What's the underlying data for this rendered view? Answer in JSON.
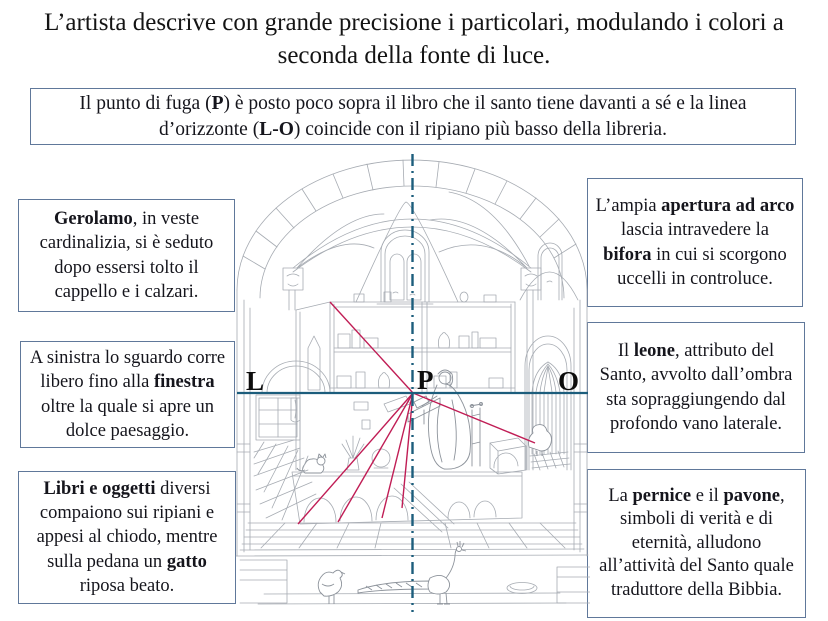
{
  "title": "L’artista descrive con grande precisione i particolari, modulando i colori a seconda della fonte di luce.",
  "intro": {
    "segments": [
      {
        "text": "Il punto di fuga ("
      },
      {
        "text": "P",
        "bold": true
      },
      {
        "text": ") è posto poco sopra il libro che il santo tiene davanti a sé e la linea d’orizzonte ("
      },
      {
        "text": "L-O",
        "bold": true
      },
      {
        "text": ") coincide con il ripiano più basso della libreria."
      }
    ]
  },
  "annotations": {
    "left": [
      {
        "segments": [
          {
            "text": "Gerolamo",
            "bold": true
          },
          {
            "text": ", in veste cardinalizia, si è seduto dopo essersi tolto il cappello e i calzari."
          }
        ]
      },
      {
        "segments": [
          {
            "text": "A sinistra lo sguardo corre libero fino alla "
          },
          {
            "text": "finestra",
            "bold": true
          },
          {
            "text": " oltre la quale si apre un dolce paesaggio."
          }
        ]
      },
      {
        "segments": [
          {
            "text": "Libri e oggetti",
            "bold": true
          },
          {
            "text": " diversi compaiono sui ripiani e appesi al chiodo, mentre sulla pedana un "
          },
          {
            "text": "gatto",
            "bold": true
          },
          {
            "text": " riposa beato."
          }
        ]
      }
    ],
    "right": [
      {
        "segments": [
          {
            "text": "L’ampia "
          },
          {
            "text": "apertura ad arco",
            "bold": true
          },
          {
            "text": " lascia intravedere la "
          },
          {
            "text": "bifora",
            "bold": true
          },
          {
            "text": " in cui si scorgono uccelli in controluce."
          }
        ]
      },
      {
        "segments": [
          {
            "text": "Il "
          },
          {
            "text": "leone",
            "bold": true
          },
          {
            "text": ", attributo del Santo, avvolto dall’ombra sta sopraggiungendo dal profondo vano laterale."
          }
        ]
      },
      {
        "segments": [
          {
            "text": "La "
          },
          {
            "text": "pernice",
            "bold": true
          },
          {
            "text": " e il "
          },
          {
            "text": "pavone",
            "bold": true
          },
          {
            "text": ", simboli di verità e di eternità, alludono all’attività del Santo quale traduttore della Bibbia."
          }
        ]
      }
    ]
  },
  "figure": {
    "labels": {
      "horizon_left": "L",
      "vanishing_point": "P",
      "horizon_right": "O"
    },
    "colors": {
      "horizon_and_axis": "#1c5d7c",
      "perspective_rays": "#c01d55"
    }
  }
}
